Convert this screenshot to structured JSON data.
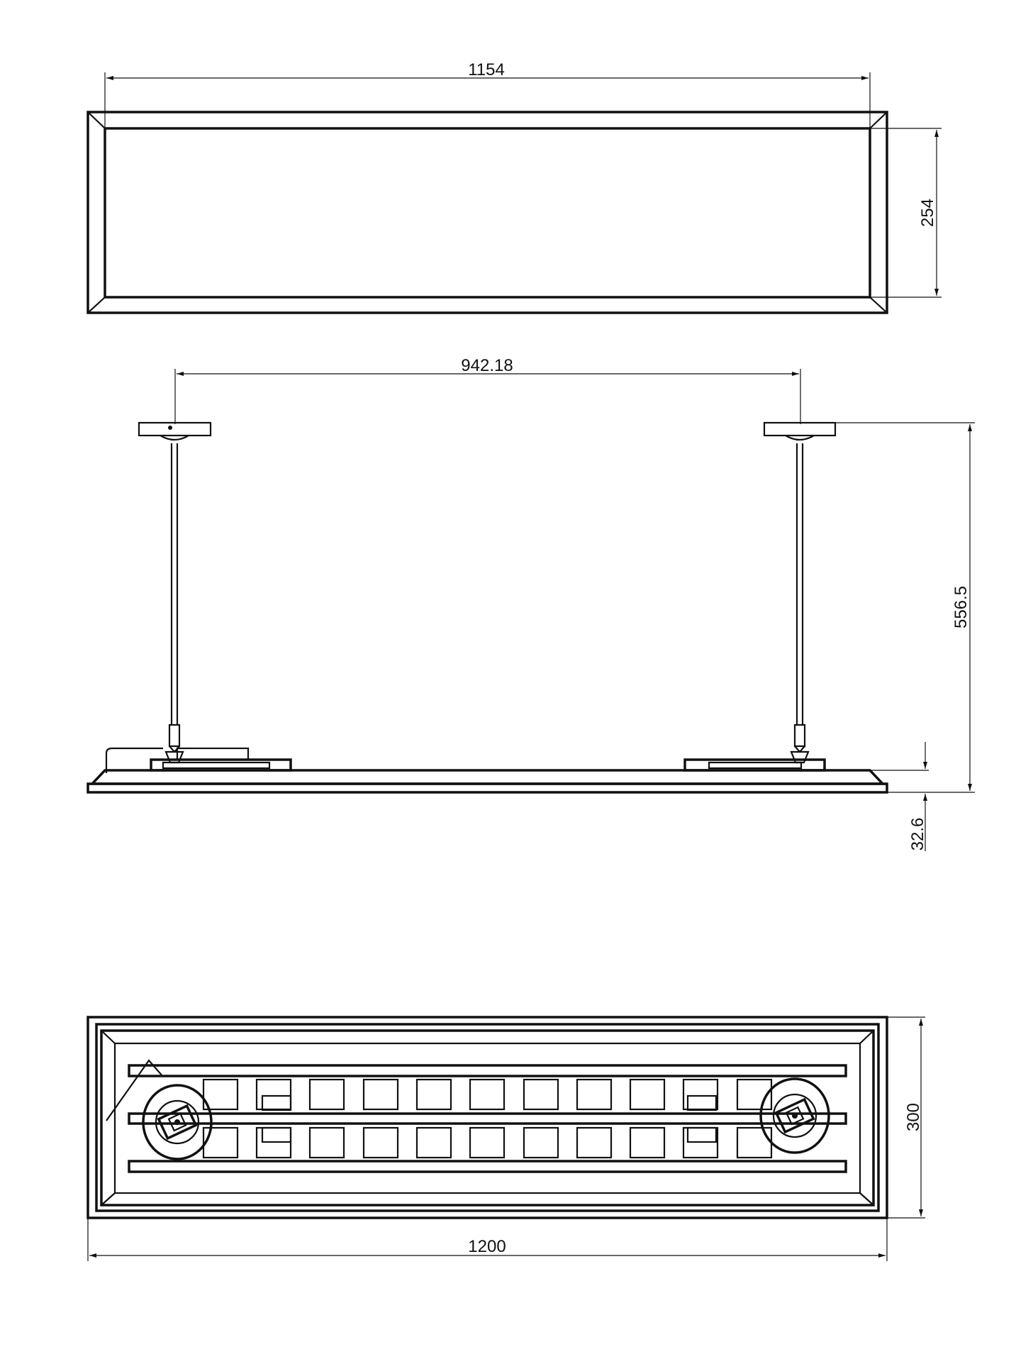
{
  "drawing": {
    "views": [
      "top-view",
      "side-view",
      "bottom-view"
    ],
    "dimensions": {
      "top_width": "1154",
      "top_height": "254",
      "suspension_spacing": "942.18",
      "total_height": "556.5",
      "panel_thickness": "32.6",
      "bottom_width": "1200",
      "bottom_height": "300"
    },
    "line_color": "#111111",
    "background": "#ffffff"
  }
}
